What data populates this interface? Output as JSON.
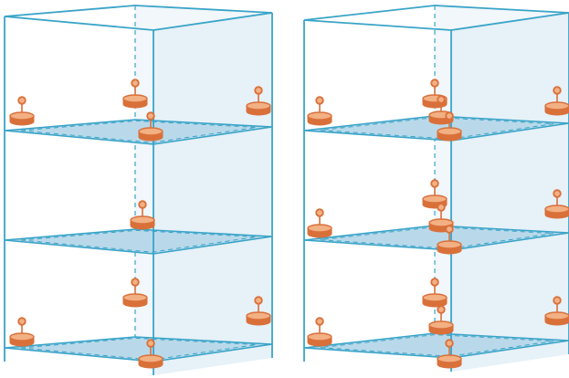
{
  "figure": {
    "colors": {
      "frame": "#3aa4c8",
      "frame_dash": "#3aa4c8",
      "panel_right": "#e6f1f8",
      "panel_back": "#f1f7fb",
      "shelf_fill": "#b9d9ea",
      "marker": "#d9703a",
      "marker_light": "#f2b083",
      "background": "#ffffff"
    },
    "left_cabinet": {
      "shelves": [
        {
          "level": "top",
          "marker_count": 4
        },
        {
          "level": "middle",
          "marker_count": 1
        },
        {
          "level": "bottom",
          "marker_count": 4
        }
      ]
    },
    "right_cabinet": {
      "shelves": [
        {
          "level": "top",
          "marker_count": 5
        },
        {
          "level": "middle",
          "marker_count": 5
        },
        {
          "level": "bottom",
          "marker_count": 5
        }
      ]
    }
  }
}
